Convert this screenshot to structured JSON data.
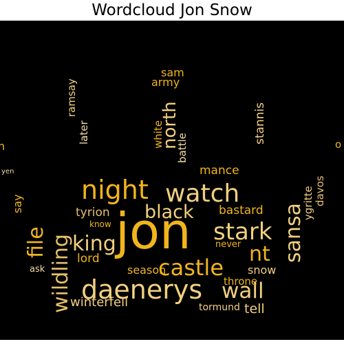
{
  "title": "Wordcloud Jon Snow",
  "palette": {
    "background": "#000000",
    "gold": "#f1b51c",
    "light": "#f2d080",
    "tan": "#e6c16b",
    "pale": "#f5dfa5"
  },
  "words": [
    {
      "text": "jon",
      "weight": 100,
      "color": "#f1b51c",
      "orientation": "horizontal"
    },
    {
      "text": "daenerys",
      "weight": 55,
      "color": "#f2d080",
      "orientation": "horizontal"
    },
    {
      "text": "night",
      "weight": 50,
      "color": "#f1b51c",
      "orientation": "horizontal"
    },
    {
      "text": "watch",
      "weight": 50,
      "color": "#f2d080",
      "orientation": "horizontal"
    },
    {
      "text": "stark",
      "weight": 46,
      "color": "#f2d080",
      "orientation": "horizontal"
    },
    {
      "text": "castle",
      "weight": 42,
      "color": "#f1b51c",
      "orientation": "horizontal"
    },
    {
      "text": "king",
      "weight": 40,
      "color": "#f2d080",
      "orientation": "horizontal"
    },
    {
      "text": "file",
      "weight": 40,
      "color": "#f1b51c",
      "orientation": "vertical"
    },
    {
      "text": "wildling",
      "weight": 38,
      "color": "#e6c16b",
      "orientation": "vertical"
    },
    {
      "text": "wall",
      "weight": 38,
      "color": "#f2d080",
      "orientation": "horizontal"
    },
    {
      "text": "nt",
      "weight": 38,
      "color": "#f1b51c",
      "orientation": "horizontal"
    },
    {
      "text": "sansa",
      "weight": 36,
      "color": "#f2d080",
      "orientation": "vertical"
    },
    {
      "text": "black",
      "weight": 34,
      "color": "#f2d080",
      "orientation": "horizontal"
    },
    {
      "text": "north",
      "weight": 32,
      "color": "#f2d080",
      "orientation": "vertical"
    },
    {
      "text": "tyrion",
      "weight": 22,
      "color": "#e6c16b",
      "orientation": "horizontal"
    },
    {
      "text": "bastard",
      "weight": 22,
      "color": "#f1b51c",
      "orientation": "horizontal"
    },
    {
      "text": "winterfell",
      "weight": 22,
      "color": "#f2d080",
      "orientation": "horizontal"
    },
    {
      "text": "lord",
      "weight": 20,
      "color": "#f1b51c",
      "orientation": "horizontal"
    },
    {
      "text": "snow",
      "weight": 20,
      "color": "#f2d080",
      "orientation": "horizontal"
    },
    {
      "text": "tell",
      "weight": 22,
      "color": "#f2d080",
      "orientation": "horizontal"
    },
    {
      "text": "mance",
      "weight": 20,
      "color": "#f1b51c",
      "orientation": "horizontal"
    },
    {
      "text": "stannis",
      "weight": 20,
      "color": "#f2d080",
      "orientation": "vertical"
    },
    {
      "text": "ramsay",
      "weight": 20,
      "color": "#f2d080",
      "orientation": "vertical"
    },
    {
      "text": "later",
      "weight": 18,
      "color": "#f5dfa5",
      "orientation": "vertical"
    },
    {
      "text": "white",
      "weight": 18,
      "color": "#f1b51c",
      "orientation": "vertical"
    },
    {
      "text": "battle",
      "weight": 18,
      "color": "#f5dfa5",
      "orientation": "vertical"
    },
    {
      "text": "davos",
      "weight": 18,
      "color": "#e6c16b",
      "orientation": "vertical"
    },
    {
      "text": "ygritte",
      "weight": 18,
      "color": "#f2d080",
      "orientation": "vertical"
    },
    {
      "text": "say",
      "weight": 18,
      "color": "#f1b51c",
      "orientation": "vertical"
    },
    {
      "text": "season",
      "weight": 18,
      "color": "#f1b51c",
      "orientation": "horizontal"
    },
    {
      "text": "throne",
      "weight": 17,
      "color": "#f1b51c",
      "orientation": "horizontal"
    },
    {
      "text": "tormund",
      "weight": 16,
      "color": "#f2d080",
      "orientation": "horizontal"
    },
    {
      "text": "sam",
      "weight": 18,
      "color": "#f1b51c",
      "orientation": "horizontal"
    },
    {
      "text": "army",
      "weight": 18,
      "color": "#f1b51c",
      "orientation": "horizontal"
    },
    {
      "text": "know",
      "weight": 14,
      "color": "#f1b51c",
      "orientation": "horizontal"
    },
    {
      "text": "never",
      "weight": 14,
      "color": "#f1b51c",
      "orientation": "horizontal"
    },
    {
      "text": "ask",
      "weight": 14,
      "color": "#f5dfa5",
      "orientation": "horizontal"
    },
    {
      "text": "n",
      "weight": 18,
      "color": "#f1b51c",
      "orientation": "horizontal"
    },
    {
      "text": "yen",
      "weight": 10,
      "color": "#f5dfa5",
      "orientation": "horizontal"
    },
    {
      "text": "o",
      "weight": 16,
      "color": "#f1b51c",
      "orientation": "horizontal"
    }
  ]
}
